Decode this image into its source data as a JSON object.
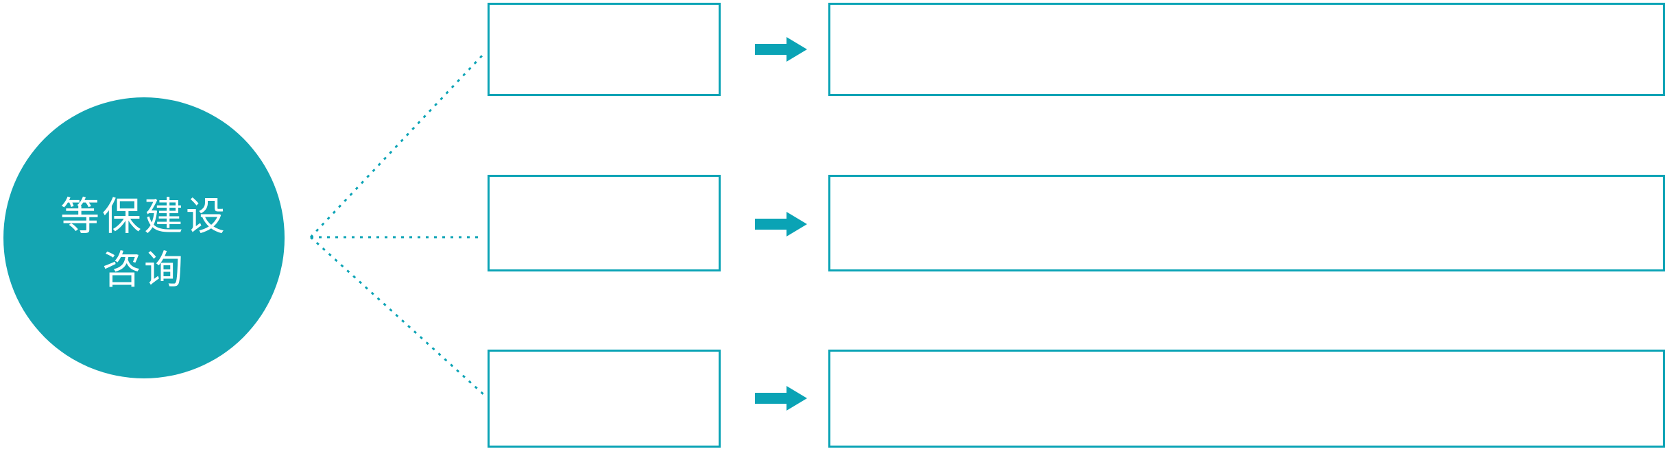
{
  "diagram": {
    "hub": {
      "label_line1": "等保建设",
      "label_line2": "咨询"
    },
    "rows": [
      {
        "small_box_text": "",
        "arrow_icon": "right-block-arrow",
        "large_box_text": ""
      },
      {
        "small_box_text": "",
        "arrow_icon": "right-block-arrow",
        "large_box_text": ""
      },
      {
        "small_box_text": "",
        "arrow_icon": "right-block-arrow",
        "large_box_text": ""
      }
    ],
    "connector_style": "dotted"
  },
  "colors": {
    "teal_fill": "#14A5B2",
    "teal_stroke": "#0AA3B5",
    "label_text": "#FFFFFF",
    "canvas_bg": "#FFFFFF"
  }
}
